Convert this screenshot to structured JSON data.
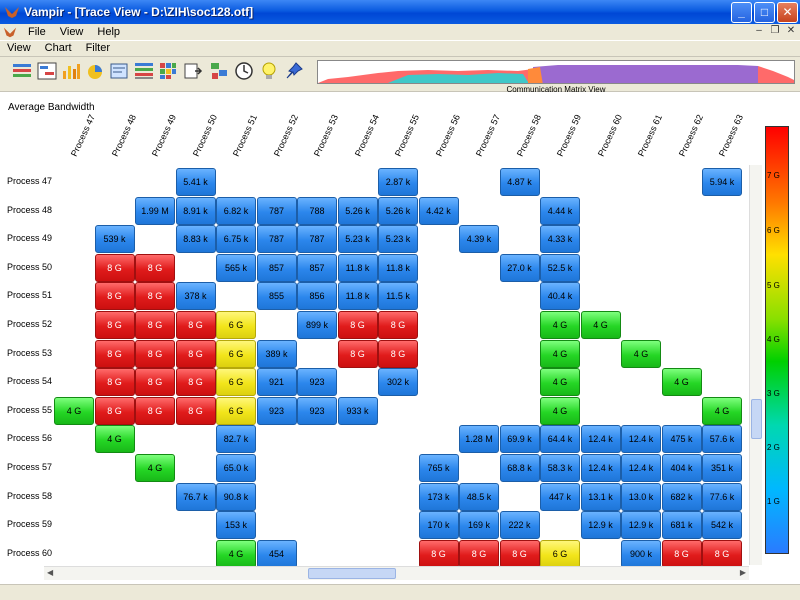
{
  "window": {
    "title": "Vampir - [Trace View - D:\\ZIH\\soc128.otf]",
    "minimize": "_",
    "maximize": "□",
    "close": "✕"
  },
  "menu1": [
    "File",
    "View",
    "Help"
  ],
  "mdi": {
    "minimize": "–",
    "restore": "❐",
    "close": "✕"
  },
  "menu2": [
    "View",
    "Chart",
    "Filter"
  ],
  "toolbar": {
    "icons": [
      "timeline-icon",
      "process-timeline-icon",
      "counter-timeline-icon",
      "function-summary-icon",
      "message-summary-icon",
      "process-summary-icon",
      "comm-matrix-icon",
      "io-events-icon",
      "call-tree-icon",
      "clock-icon",
      "info-lightbulb-icon",
      "pin-icon"
    ],
    "overview_label": "Communication Matrix View"
  },
  "chart": {
    "title": "Average Bandwidth",
    "columns": [
      "Process 47",
      "Process 48",
      "Process 49",
      "Process 50",
      "Process 51",
      "Process 52",
      "Process 53",
      "Process 54",
      "Process 55",
      "Process 56",
      "Process 57",
      "Process 58",
      "Process 59",
      "Process 60",
      "Process 61",
      "Process 62",
      "Process 63"
    ],
    "rows": [
      "Process 47",
      "Process 48",
      "Process 49",
      "Process 50",
      "Process 51",
      "Process 52",
      "Process 53",
      "Process 54",
      "Process 55",
      "Process 56",
      "Process 57",
      "Process 58",
      "Process 59",
      "Process 60"
    ],
    "legend": [
      "7 G",
      "6 G",
      "5 G",
      "4 G",
      "3 G",
      "2 G",
      "1 G"
    ]
  },
  "chart_data": {
    "type": "heatmap",
    "title": "Average Bandwidth",
    "x_labels": [
      "Process 47",
      "Process 48",
      "Process 49",
      "Process 50",
      "Process 51",
      "Process 52",
      "Process 53",
      "Process 54",
      "Process 55",
      "Process 56",
      "Process 57",
      "Process 58",
      "Process 59",
      "Process 60",
      "Process 61",
      "Process 62",
      "Process 63"
    ],
    "y_labels": [
      "Process 47",
      "Process 48",
      "Process 49",
      "Process 50",
      "Process 51",
      "Process 52",
      "Process 53",
      "Process 54",
      "Process 55",
      "Process 56",
      "Process 57",
      "Process 58",
      "Process 59",
      "Process 60"
    ],
    "legend_ticks": [
      "7 G",
      "6 G",
      "5 G",
      "4 G",
      "3 G",
      "2 G",
      "1 G"
    ],
    "colors": {
      "red": "#e01b1b",
      "yellow": "#f2e51a",
      "green": "#25d625",
      "blue": "#2b86ec"
    },
    "cells": [
      {
        "r": 0,
        "c": 3,
        "v": "5.41 k",
        "k": "blue"
      },
      {
        "r": 0,
        "c": 8,
        "v": "2.87 k",
        "k": "blue"
      },
      {
        "r": 0,
        "c": 11,
        "v": "4.87 k",
        "k": "blue"
      },
      {
        "r": 0,
        "c": 16,
        "v": "5.94 k",
        "k": "blue"
      },
      {
        "r": 1,
        "c": 2,
        "v": "1.99 M",
        "k": "blue"
      },
      {
        "r": 1,
        "c": 3,
        "v": "8.91 k",
        "k": "blue"
      },
      {
        "r": 1,
        "c": 4,
        "v": "6.82 k",
        "k": "blue"
      },
      {
        "r": 1,
        "c": 5,
        "v": "787",
        "k": "blue"
      },
      {
        "r": 1,
        "c": 6,
        "v": "788",
        "k": "blue"
      },
      {
        "r": 1,
        "c": 7,
        "v": "5.26 k",
        "k": "blue"
      },
      {
        "r": 1,
        "c": 8,
        "v": "5.26 k",
        "k": "blue"
      },
      {
        "r": 1,
        "c": 9,
        "v": "4.42 k",
        "k": "blue"
      },
      {
        "r": 1,
        "c": 12,
        "v": "4.44 k",
        "k": "blue"
      },
      {
        "r": 2,
        "c": 1,
        "v": "539 k",
        "k": "blue"
      },
      {
        "r": 2,
        "c": 3,
        "v": "8.83 k",
        "k": "blue"
      },
      {
        "r": 2,
        "c": 4,
        "v": "6.75 k",
        "k": "blue"
      },
      {
        "r": 2,
        "c": 5,
        "v": "787",
        "k": "blue"
      },
      {
        "r": 2,
        "c": 6,
        "v": "787",
        "k": "blue"
      },
      {
        "r": 2,
        "c": 7,
        "v": "5.23 k",
        "k": "blue"
      },
      {
        "r": 2,
        "c": 8,
        "v": "5.23 k",
        "k": "blue"
      },
      {
        "r": 2,
        "c": 10,
        "v": "4.39 k",
        "k": "blue"
      },
      {
        "r": 2,
        "c": 12,
        "v": "4.33 k",
        "k": "blue"
      },
      {
        "r": 3,
        "c": 1,
        "v": "8 G",
        "k": "red"
      },
      {
        "r": 3,
        "c": 2,
        "v": "8 G",
        "k": "red"
      },
      {
        "r": 3,
        "c": 4,
        "v": "565 k",
        "k": "blue"
      },
      {
        "r": 3,
        "c": 5,
        "v": "857",
        "k": "blue"
      },
      {
        "r": 3,
        "c": 6,
        "v": "857",
        "k": "blue"
      },
      {
        "r": 3,
        "c": 7,
        "v": "11.8 k",
        "k": "blue"
      },
      {
        "r": 3,
        "c": 8,
        "v": "11.8 k",
        "k": "blue"
      },
      {
        "r": 3,
        "c": 11,
        "v": "27.0 k",
        "k": "blue"
      },
      {
        "r": 3,
        "c": 12,
        "v": "52.5 k",
        "k": "blue"
      },
      {
        "r": 4,
        "c": 1,
        "v": "8 G",
        "k": "red"
      },
      {
        "r": 4,
        "c": 2,
        "v": "8 G",
        "k": "red"
      },
      {
        "r": 4,
        "c": 3,
        "v": "378 k",
        "k": "blue"
      },
      {
        "r": 4,
        "c": 5,
        "v": "855",
        "k": "blue"
      },
      {
        "r": 4,
        "c": 6,
        "v": "856",
        "k": "blue"
      },
      {
        "r": 4,
        "c": 7,
        "v": "11.8 k",
        "k": "blue"
      },
      {
        "r": 4,
        "c": 8,
        "v": "11.5 k",
        "k": "blue"
      },
      {
        "r": 4,
        "c": 12,
        "v": "40.4 k",
        "k": "blue"
      },
      {
        "r": 5,
        "c": 1,
        "v": "8 G",
        "k": "red"
      },
      {
        "r": 5,
        "c": 2,
        "v": "8 G",
        "k": "red"
      },
      {
        "r": 5,
        "c": 3,
        "v": "8 G",
        "k": "red"
      },
      {
        "r": 5,
        "c": 4,
        "v": "6 G",
        "k": "yellow"
      },
      {
        "r": 5,
        "c": 6,
        "v": "899 k",
        "k": "blue"
      },
      {
        "r": 5,
        "c": 7,
        "v": "8 G",
        "k": "red"
      },
      {
        "r": 5,
        "c": 8,
        "v": "8 G",
        "k": "red"
      },
      {
        "r": 5,
        "c": 12,
        "v": "4 G",
        "k": "green"
      },
      {
        "r": 5,
        "c": 13,
        "v": "4 G",
        "k": "green"
      },
      {
        "r": 6,
        "c": 1,
        "v": "8 G",
        "k": "red"
      },
      {
        "r": 6,
        "c": 2,
        "v": "8 G",
        "k": "red"
      },
      {
        "r": 6,
        "c": 3,
        "v": "8 G",
        "k": "red"
      },
      {
        "r": 6,
        "c": 4,
        "v": "6 G",
        "k": "yellow"
      },
      {
        "r": 6,
        "c": 5,
        "v": "389 k",
        "k": "blue"
      },
      {
        "r": 6,
        "c": 7,
        "v": "8 G",
        "k": "red"
      },
      {
        "r": 6,
        "c": 8,
        "v": "8 G",
        "k": "red"
      },
      {
        "r": 6,
        "c": 12,
        "v": "4 G",
        "k": "green"
      },
      {
        "r": 6,
        "c": 14,
        "v": "4 G",
        "k": "green"
      },
      {
        "r": 7,
        "c": 1,
        "v": "8 G",
        "k": "red"
      },
      {
        "r": 7,
        "c": 2,
        "v": "8 G",
        "k": "red"
      },
      {
        "r": 7,
        "c": 3,
        "v": "8 G",
        "k": "red"
      },
      {
        "r": 7,
        "c": 4,
        "v": "6 G",
        "k": "yellow"
      },
      {
        "r": 7,
        "c": 5,
        "v": "921",
        "k": "blue"
      },
      {
        "r": 7,
        "c": 6,
        "v": "923",
        "k": "blue"
      },
      {
        "r": 7,
        "c": 8,
        "v": "302 k",
        "k": "blue"
      },
      {
        "r": 7,
        "c": 12,
        "v": "4 G",
        "k": "green"
      },
      {
        "r": 7,
        "c": 15,
        "v": "4 G",
        "k": "green"
      },
      {
        "r": 8,
        "c": 0,
        "v": "4 G",
        "k": "green"
      },
      {
        "r": 8,
        "c": 1,
        "v": "8 G",
        "k": "red"
      },
      {
        "r": 8,
        "c": 2,
        "v": "8 G",
        "k": "red"
      },
      {
        "r": 8,
        "c": 3,
        "v": "8 G",
        "k": "red"
      },
      {
        "r": 8,
        "c": 4,
        "v": "6 G",
        "k": "yellow"
      },
      {
        "r": 8,
        "c": 5,
        "v": "923",
        "k": "blue"
      },
      {
        "r": 8,
        "c": 6,
        "v": "923",
        "k": "blue"
      },
      {
        "r": 8,
        "c": 7,
        "v": "933 k",
        "k": "blue"
      },
      {
        "r": 8,
        "c": 12,
        "v": "4 G",
        "k": "green"
      },
      {
        "r": 8,
        "c": 16,
        "v": "4 G",
        "k": "green"
      },
      {
        "r": 9,
        "c": 1,
        "v": "4 G",
        "k": "green"
      },
      {
        "r": 9,
        "c": 4,
        "v": "82.7 k",
        "k": "blue"
      },
      {
        "r": 9,
        "c": 10,
        "v": "1.28 M",
        "k": "blue"
      },
      {
        "r": 9,
        "c": 11,
        "v": "69.9 k",
        "k": "blue"
      },
      {
        "r": 9,
        "c": 12,
        "v": "64.4 k",
        "k": "blue"
      },
      {
        "r": 9,
        "c": 13,
        "v": "12.4 k",
        "k": "blue"
      },
      {
        "r": 9,
        "c": 14,
        "v": "12.4 k",
        "k": "blue"
      },
      {
        "r": 9,
        "c": 15,
        "v": "475 k",
        "k": "blue"
      },
      {
        "r": 9,
        "c": 16,
        "v": "57.6 k",
        "k": "blue"
      },
      {
        "r": 10,
        "c": 2,
        "v": "4 G",
        "k": "green"
      },
      {
        "r": 10,
        "c": 4,
        "v": "65.0 k",
        "k": "blue"
      },
      {
        "r": 10,
        "c": 9,
        "v": "765 k",
        "k": "blue"
      },
      {
        "r": 10,
        "c": 11,
        "v": "68.8 k",
        "k": "blue"
      },
      {
        "r": 10,
        "c": 12,
        "v": "58.3 k",
        "k": "blue"
      },
      {
        "r": 10,
        "c": 13,
        "v": "12.4 k",
        "k": "blue"
      },
      {
        "r": 10,
        "c": 14,
        "v": "12.4 k",
        "k": "blue"
      },
      {
        "r": 10,
        "c": 15,
        "v": "404 k",
        "k": "blue"
      },
      {
        "r": 10,
        "c": 16,
        "v": "351 k",
        "k": "blue"
      },
      {
        "r": 11,
        "c": 3,
        "v": "76.7 k",
        "k": "blue"
      },
      {
        "r": 11,
        "c": 4,
        "v": "90.8 k",
        "k": "blue"
      },
      {
        "r": 11,
        "c": 9,
        "v": "173 k",
        "k": "blue"
      },
      {
        "r": 11,
        "c": 10,
        "v": "48.5 k",
        "k": "blue"
      },
      {
        "r": 11,
        "c": 12,
        "v": "447 k",
        "k": "blue"
      },
      {
        "r": 11,
        "c": 13,
        "v": "13.1 k",
        "k": "blue"
      },
      {
        "r": 11,
        "c": 14,
        "v": "13.0 k",
        "k": "blue"
      },
      {
        "r": 11,
        "c": 15,
        "v": "682 k",
        "k": "blue"
      },
      {
        "r": 11,
        "c": 16,
        "v": "77.6 k",
        "k": "blue"
      },
      {
        "r": 12,
        "c": 4,
        "v": "153 k",
        "k": "blue"
      },
      {
        "r": 12,
        "c": 9,
        "v": "170 k",
        "k": "blue"
      },
      {
        "r": 12,
        "c": 10,
        "v": "169 k",
        "k": "blue"
      },
      {
        "r": 12,
        "c": 11,
        "v": "222 k",
        "k": "blue"
      },
      {
        "r": 12,
        "c": 13,
        "v": "12.9 k",
        "k": "blue"
      },
      {
        "r": 12,
        "c": 14,
        "v": "12.9 k",
        "k": "blue"
      },
      {
        "r": 12,
        "c": 15,
        "v": "681 k",
        "k": "blue"
      },
      {
        "r": 12,
        "c": 16,
        "v": "542 k",
        "k": "blue"
      },
      {
        "r": 13,
        "c": 4,
        "v": "4 G",
        "k": "green"
      },
      {
        "r": 13,
        "c": 5,
        "v": "454",
        "k": "blue"
      },
      {
        "r": 13,
        "c": 9,
        "v": "8 G",
        "k": "red"
      },
      {
        "r": 13,
        "c": 10,
        "v": "8 G",
        "k": "red"
      },
      {
        "r": 13,
        "c": 11,
        "v": "8 G",
        "k": "red"
      },
      {
        "r": 13,
        "c": 12,
        "v": "6 G",
        "k": "yellow"
      },
      {
        "r": 13,
        "c": 14,
        "v": "900 k",
        "k": "blue"
      },
      {
        "r": 13,
        "c": 15,
        "v": "8 G",
        "k": "red"
      },
      {
        "r": 13,
        "c": 16,
        "v": "8 G",
        "k": "red"
      }
    ]
  }
}
